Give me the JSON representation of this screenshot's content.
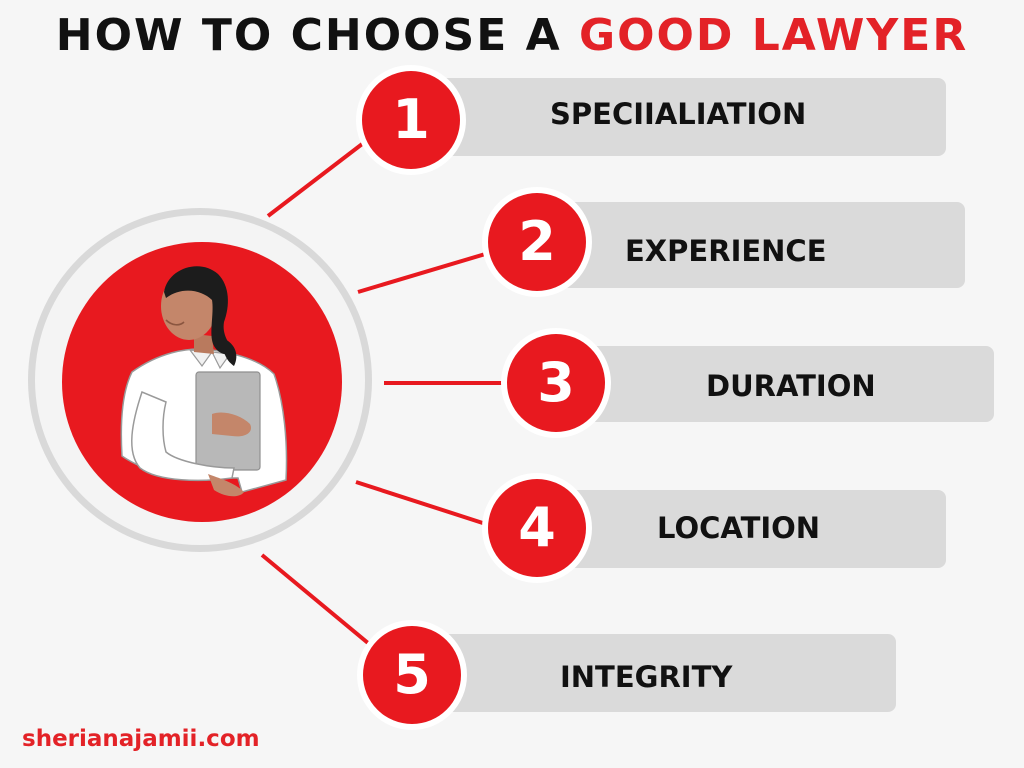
{
  "title": {
    "lead": "HOW TO CHOOSE A",
    "highlight": "GOOD LAWYER"
  },
  "steps": [
    {
      "number": "1",
      "label": "SPECIIALIATION"
    },
    {
      "number": "2",
      "label": "EXPERIENCE"
    },
    {
      "number": "3",
      "label": "DURATION"
    },
    {
      "number": "4",
      "label": "LOCATION"
    },
    {
      "number": "5",
      "label": "INTEGRITY"
    }
  ],
  "footer": {
    "website": "sherianajamii.com"
  },
  "colors": {
    "accent": "#e8191f",
    "title_accent": "#e32227",
    "bar": "#dadada",
    "background": "#f6f6f6",
    "text": "#111111"
  },
  "icons": {
    "hub": "lawyer-woman-holding-folder-illustration"
  }
}
